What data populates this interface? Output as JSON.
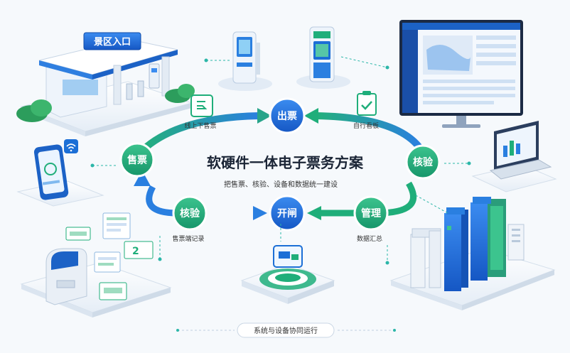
{
  "diagram": {
    "center": {
      "title": "软硬件一体电子票务方案",
      "subtitle": "把售票、核验、设备和数据统一建设"
    },
    "nodes": {
      "top": "出票",
      "left": "售票",
      "right": "核验",
      "bottom_left": "核验",
      "bottom_center": "开闸",
      "bottom_right": "管理"
    },
    "captions": {
      "top_left": "线上下售票",
      "top_right": "自行看板",
      "bottom_left": "售票端记录",
      "bottom_right": "数据汇总"
    },
    "scene": {
      "entrance_sign": "景区入口",
      "footer": "系统与设备协同运行",
      "ticket_sign_2": "2"
    },
    "colors": {
      "green": "#1fae7a",
      "blue": "#1c6fd6",
      "teal": "#2bb6a8"
    }
  }
}
